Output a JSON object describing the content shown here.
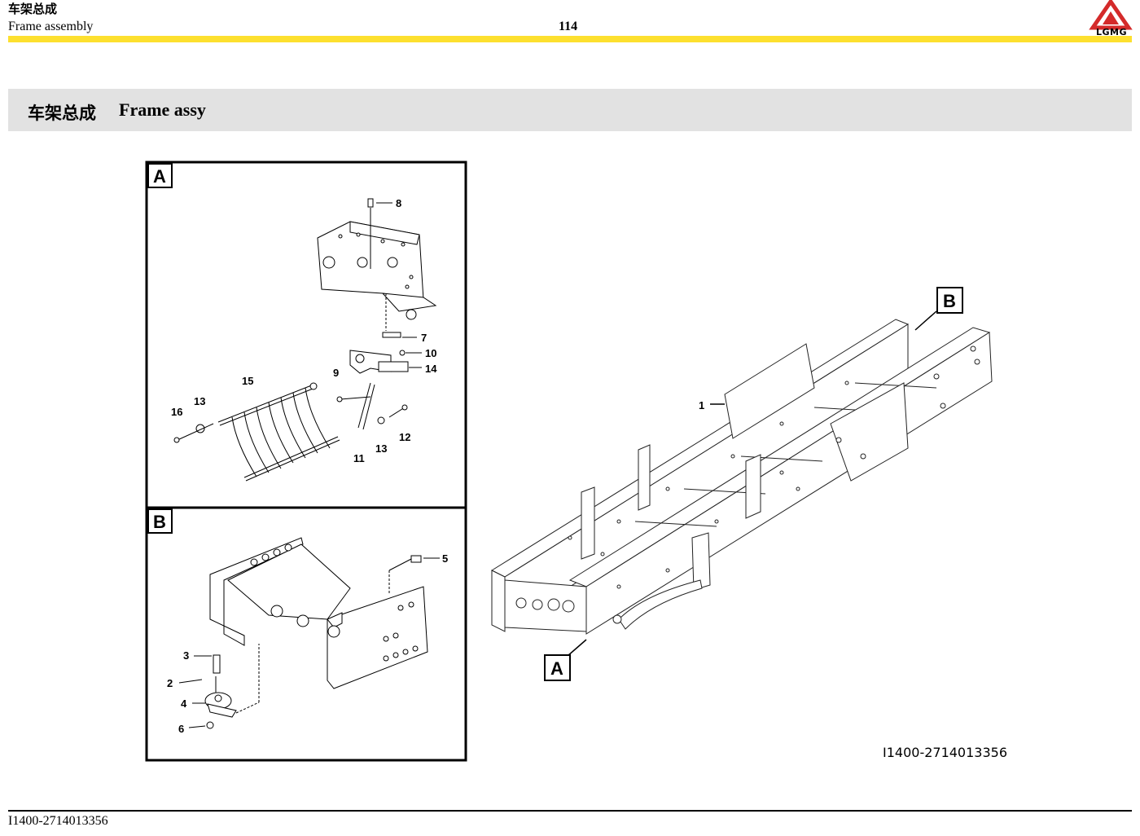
{
  "header": {
    "title_cn": "车架总成",
    "title_en": "Frame assembly",
    "page_number": "114",
    "logo_text": "LGMG"
  },
  "section": {
    "title_cn": "车架总成",
    "title_en": "Frame assy"
  },
  "diagram": {
    "detail_a_label": "A",
    "detail_b_label": "B",
    "callout_a": "A",
    "callout_b": "B",
    "part_labels": [
      "1",
      "2",
      "3",
      "4",
      "5",
      "6",
      "7",
      "8",
      "9",
      "10",
      "11",
      "12",
      "13",
      "13",
      "14",
      "15",
      "16"
    ],
    "figure_code": "I1400-2714013356"
  },
  "footer": {
    "code": "I1400-2714013356"
  },
  "colors": {
    "accent_yellow": "#fde02f",
    "logo_red": "#d42a2a",
    "title_band": "#e2e2e2"
  }
}
